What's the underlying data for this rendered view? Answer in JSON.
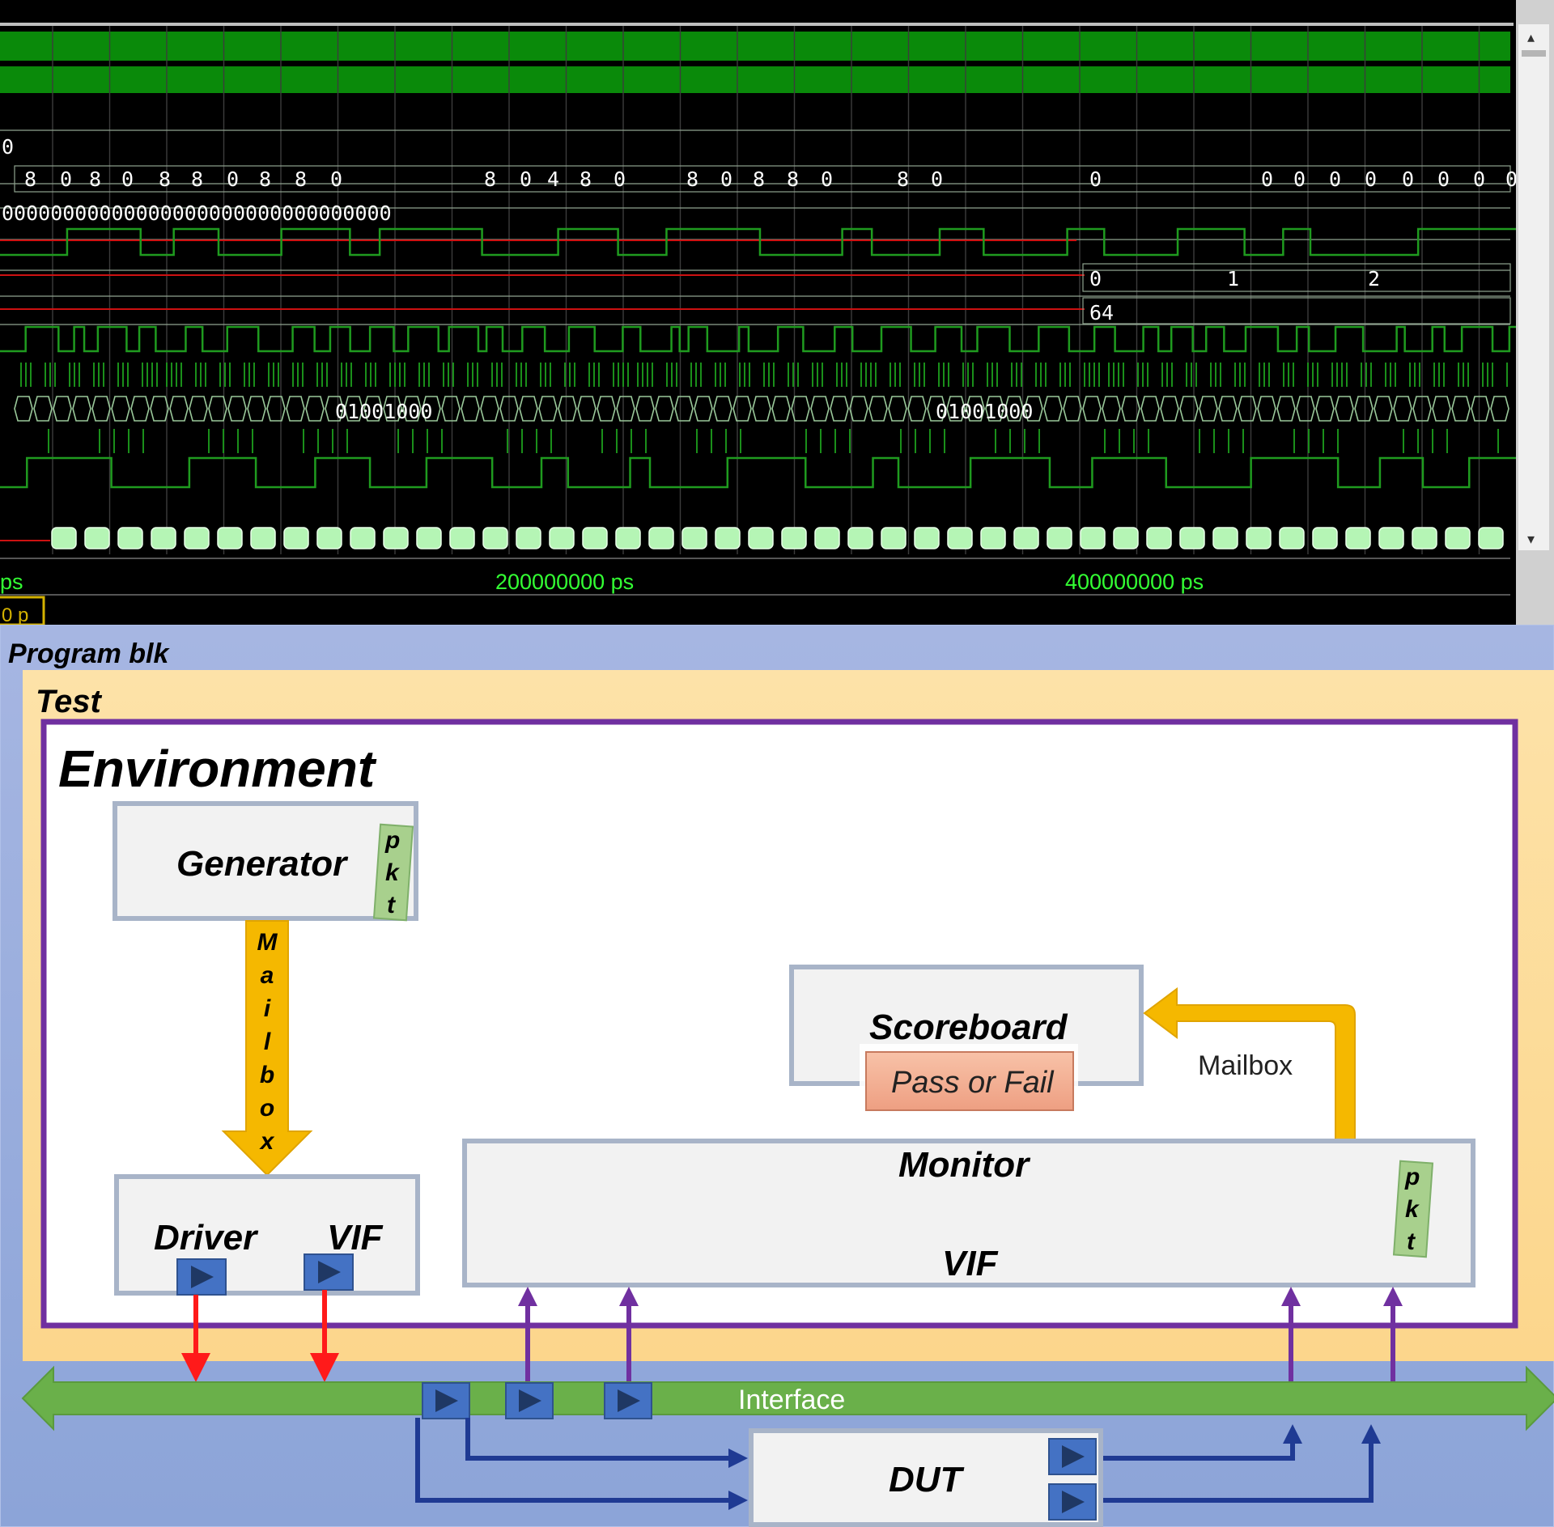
{
  "waveform": {
    "bus_values": {
      "row1_left": "0",
      "row2": [
        "8",
        "0",
        "8",
        "0",
        "8",
        "8",
        "0",
        "8",
        "8",
        "0",
        "8",
        "0",
        "4",
        "8",
        "0",
        "8",
        "0",
        "8",
        "8",
        "0",
        "8",
        "0",
        "0",
        "0",
        "0",
        "0",
        "0",
        "0",
        "0",
        "0",
        "0"
      ],
      "row3_left": "00000000000000000000000000000000",
      "counter": [
        "0",
        "1",
        "2"
      ],
      "width": "64",
      "data_label_1": "01001000",
      "data_label_2": "01001000"
    },
    "timeline": {
      "left_fragment": "ps",
      "cursor_fragment": "0 p",
      "tick_1": "200000000 ps",
      "tick_2": "400000000 ps"
    },
    "colors": {
      "signal": "#1f9b1f",
      "bright": "#22b822",
      "background": "#000000",
      "reset": "#cc1111"
    }
  },
  "diagram": {
    "program_label": "Program blk",
    "test_label": "Test",
    "environment_label": "Environment",
    "generator_label": "Generator",
    "pkt_letters": [
      "p",
      "k",
      "t"
    ],
    "mailbox_vertical": [
      "M",
      "a",
      "i",
      "l",
      "b",
      "o",
      "x"
    ],
    "driver_label": "Driver",
    "driver_vif_label": "VIF",
    "scoreboard_label": "Scoreboard",
    "pass_fail_label": "Pass or Fail",
    "mailbox_label": "Mailbox",
    "monitor_label": "Monitor",
    "monitor_vif_label": "VIF",
    "interface_label": "Interface",
    "dut_label": "DUT",
    "colors": {
      "program_bg": "#8fa6d9",
      "test_bg": "#fdd98e",
      "env_border": "#7030a0",
      "mailbox_arrow": "#f5b800",
      "interface_arrow": "#6ab04a",
      "port": "#4472c4",
      "driver_wire": "#ff1a1a",
      "monitor_wire": "#7030a0",
      "dut_wire": "#1f3a93"
    }
  }
}
